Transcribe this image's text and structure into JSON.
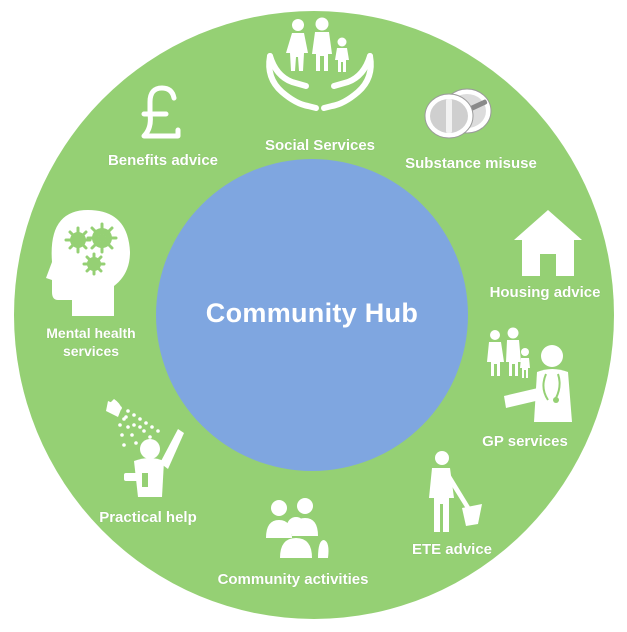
{
  "colors": {
    "ring": "#95d074",
    "hub": "#7fa6e0",
    "text": "#ffffff",
    "pill_gray": "#c9c9c9",
    "pill_dark": "#8a8a8a"
  },
  "hub": {
    "label": "Community Hub"
  },
  "services": [
    {
      "id": "social-services",
      "label": "Social Services",
      "icon": "family-hands-icon"
    },
    {
      "id": "substance-misuse",
      "label": "Substance misuse",
      "icon": "pill-icon"
    },
    {
      "id": "housing-advice",
      "label": "Housing advice",
      "icon": "house-icon"
    },
    {
      "id": "gp-services",
      "label": "GP services",
      "icon": "doctor-icon"
    },
    {
      "id": "ete-advice",
      "label": "ETE advice",
      "icon": "worker-shovel-icon"
    },
    {
      "id": "community-activities",
      "label": "Community activities",
      "icon": "group-people-icon"
    },
    {
      "id": "practical-help",
      "label": "Practical help",
      "icon": "shower-person-icon"
    },
    {
      "id": "mental-health-services",
      "label": "Mental health\nservices",
      "icon": "head-gears-icon"
    },
    {
      "id": "benefits-advice",
      "label": "Benefits advice",
      "icon": "pound-sign-icon"
    }
  ]
}
